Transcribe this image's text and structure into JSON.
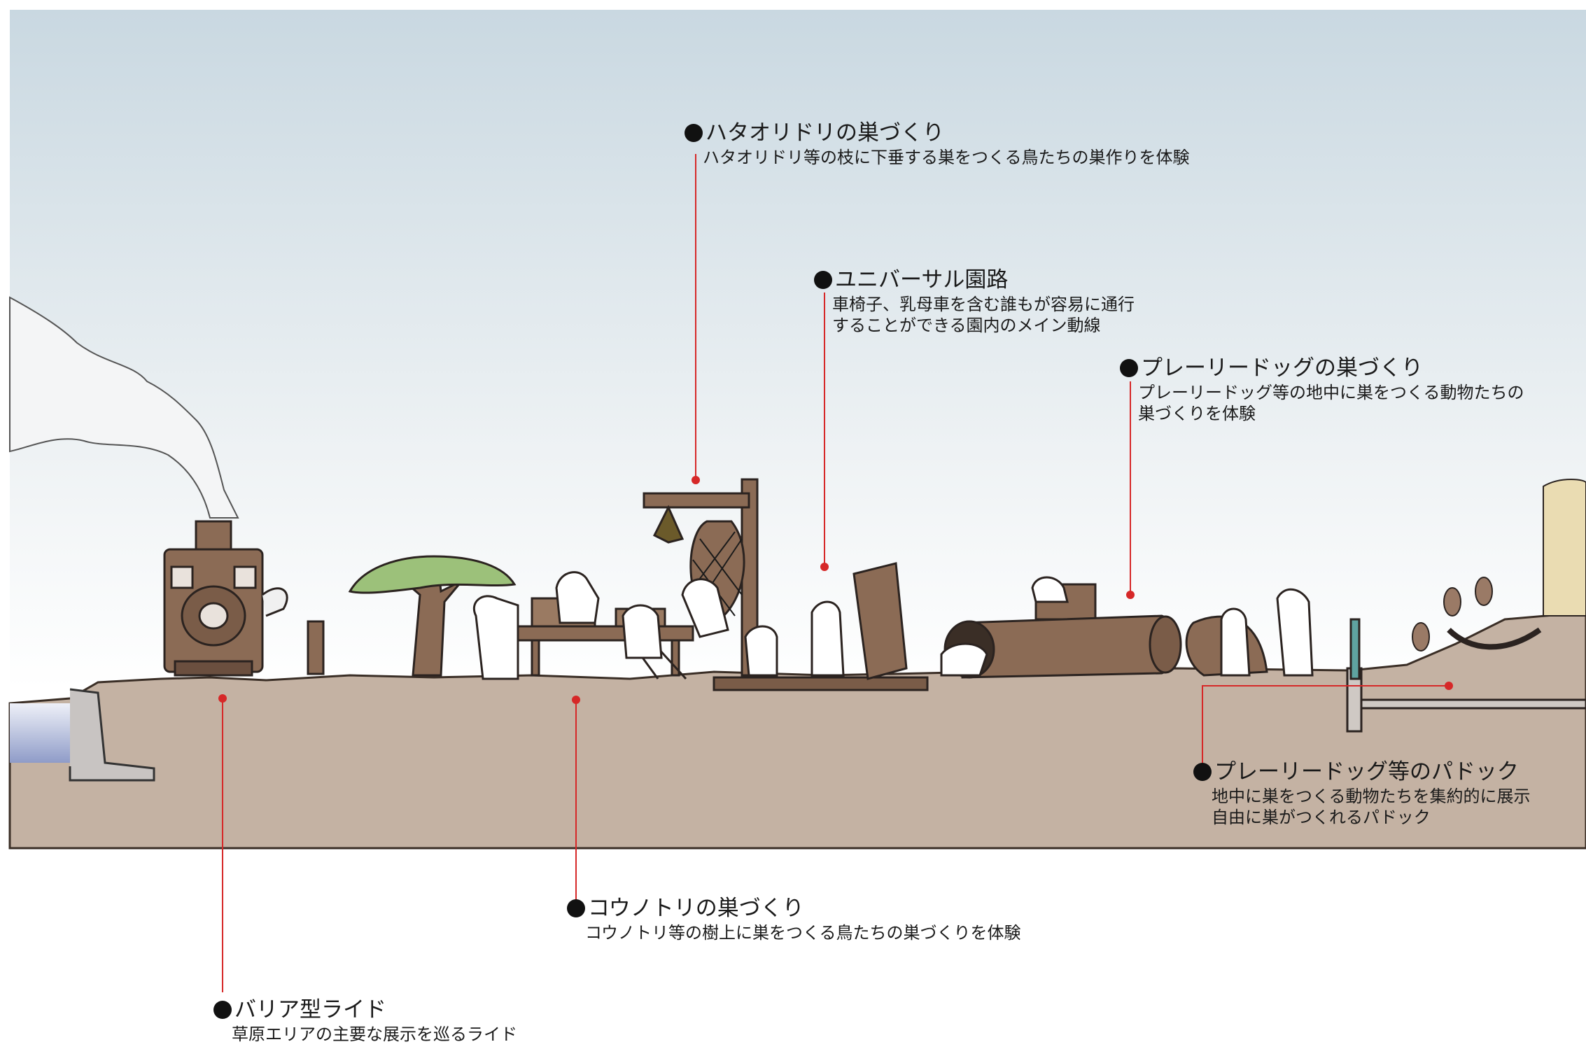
{
  "annotations": [
    {
      "id": "hatao",
      "title": "ハタオリドリの巣づくり",
      "desc": [
        "ハタオリドリ等の枝に下垂する巣をつくる鳥たちの巣作りを体験"
      ]
    },
    {
      "id": "universal",
      "title": "ユニバーサル園路",
      "desc": [
        "車椅子、乳母車を含む誰もが容易に通行",
        "することができる園内のメイン動線"
      ]
    },
    {
      "id": "prairie-nest",
      "title": "プレーリードッグの巣づくり",
      "desc": [
        "プレーリードッグ等の地中に巣をつくる動物たちの",
        "巣づくりを体験"
      ]
    },
    {
      "id": "paddock",
      "title": "プレーリードッグ等のパドック",
      "desc": [
        "地中に巣をつくる動物たちを集約的に展示",
        "自由に巣がつくれるパドック"
      ]
    },
    {
      "id": "stork",
      "title": "コウノトリの巣づくり",
      "desc": [
        "コウノトリ等の樹上に巣をつくる鳥たちの巣づくりを体験"
      ]
    },
    {
      "id": "ride",
      "title": "バリア型ライド",
      "desc": [
        "草原エリアの主要な展示を巡るライド"
      ]
    }
  ],
  "colors": {
    "sky_top": "#c9d8e1",
    "sky_bottom": "#ffffff",
    "ground": "#c4b2a3",
    "wood": "#8b6b55",
    "leader": "#d62828",
    "water": "#8f9cc8"
  }
}
